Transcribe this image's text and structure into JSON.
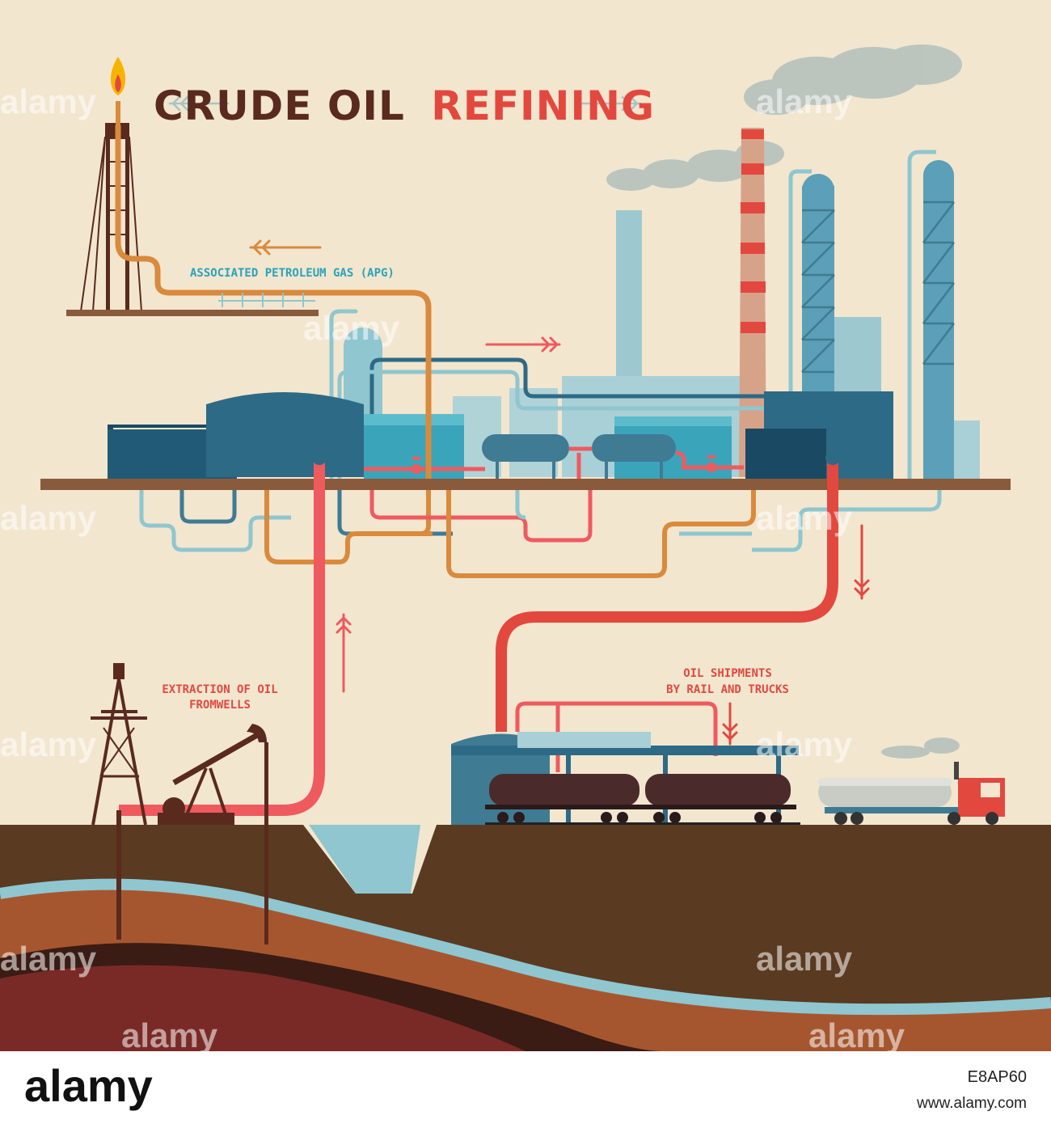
{
  "title": {
    "part1": "CRUDE OIL",
    "part2": "REFINING"
  },
  "labels": {
    "apg": "ASSOCIATED PETROLEUM GAS (APG)",
    "extraction_line1": "EXTRACTION OF OIL",
    "extraction_line2": "FROMWELLS",
    "shipments_line1": "OIL SHIPMENTS",
    "shipments_line2": "BY RAIL AND TRUCKS"
  },
  "watermark": {
    "text": "alamy"
  },
  "footer": {
    "logo": "alamy",
    "code": "E8AP60",
    "url": "www.alamy.com"
  },
  "colors": {
    "background": "#f2e6cf",
    "title_dark": "#5a2a1e",
    "title_accent": "#e3483f",
    "label_teal": "#2aa3b8",
    "label_red": "#e3483f",
    "pipe_red": "#ef5a5f",
    "pipe_orange": "#d98a3d",
    "pipe_light_blue": "#8fc6cf",
    "pipe_dark_blue": "#3f7b93",
    "ground": "#5a3a20",
    "water": "#8fc6cf",
    "tank_dark": "#2d6a86",
    "tank_teal": "#3aa5ba"
  }
}
